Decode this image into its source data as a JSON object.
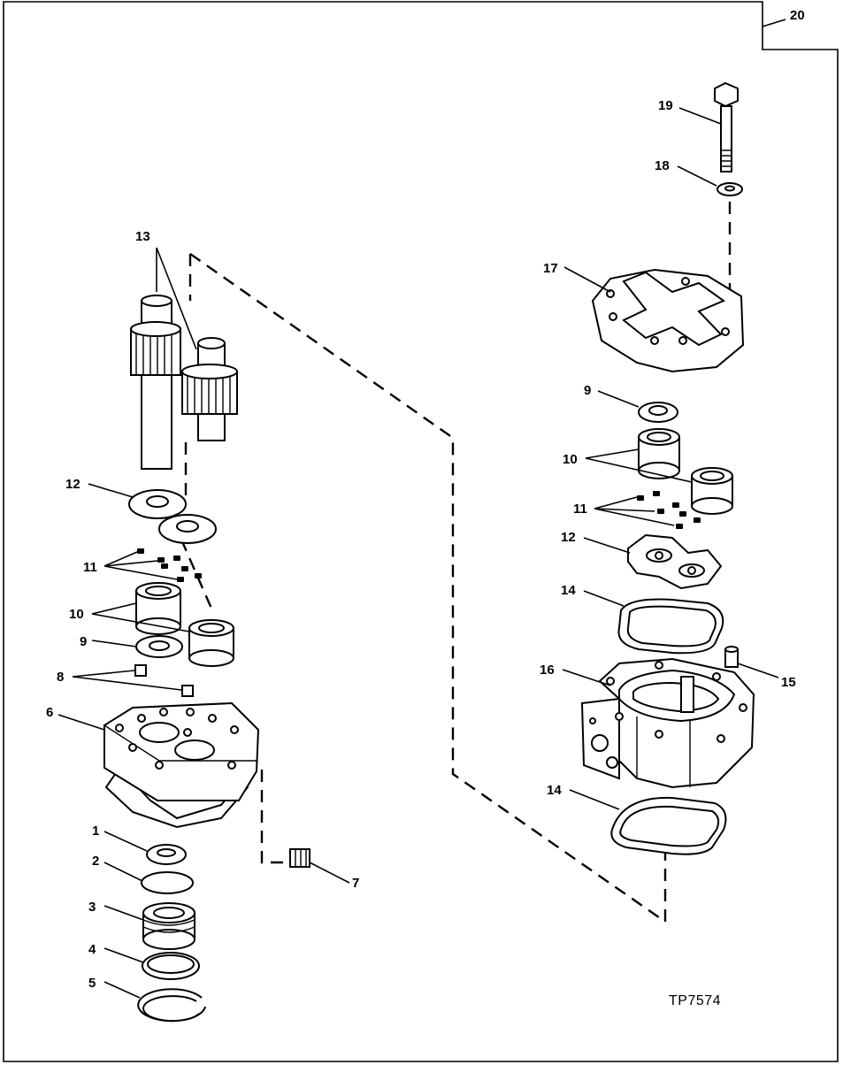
{
  "figure_code": "TP7574",
  "callouts": {
    "c1": "1",
    "c2": "2",
    "c3": "3",
    "c4": "4",
    "c5": "5",
    "c6": "6",
    "c7": "7",
    "c8": "8",
    "c9": "9",
    "c10": "10",
    "c11": "11",
    "c12": "12",
    "c13": "13",
    "c14": "14",
    "c15": "15",
    "c16": "16",
    "c17": "17",
    "c18": "18",
    "c19": "19",
    "c20": "20"
  }
}
